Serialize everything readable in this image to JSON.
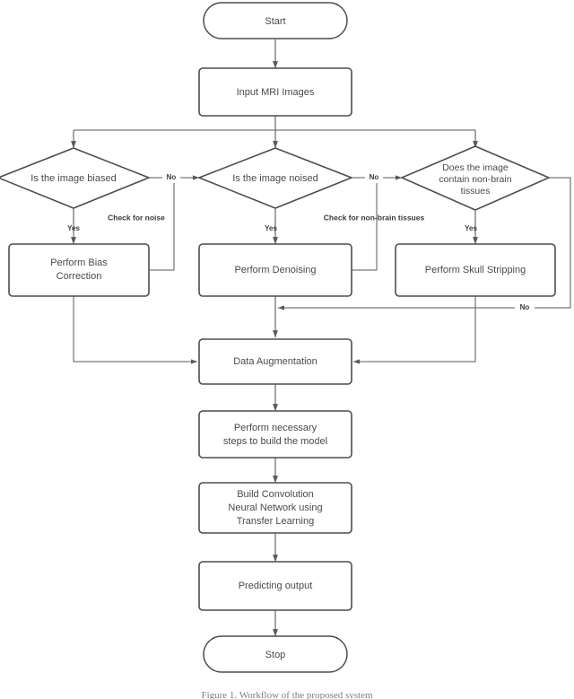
{
  "figure": {
    "caption": "Figure 1. Workflow of the proposed system",
    "colors": {
      "node_stroke": "#4d4d4d",
      "edge_stroke": "#5a5a5a",
      "text": "#4a4a4a",
      "background": "#ffffff"
    }
  },
  "chart_data": {
    "type": "diagram",
    "title": "MRI preprocessing and classification flowchart",
    "nodes": [
      {
        "id": "start",
        "label": "Start",
        "shape": "terminal"
      },
      {
        "id": "input",
        "label": "Input MRI Images",
        "shape": "process"
      },
      {
        "id": "d_bias",
        "label": "Is the image biased",
        "shape": "decision"
      },
      {
        "id": "d_noise",
        "label": "Is the image noised",
        "shape": "decision"
      },
      {
        "id": "d_skull",
        "label": "Does the image contain non-brain tissues",
        "shape": "decision"
      },
      {
        "id": "bias",
        "label": "Perform Bias Correction",
        "shape": "process"
      },
      {
        "id": "denoise",
        "label": "Perform Denoising",
        "shape": "process"
      },
      {
        "id": "skull",
        "label": "Perform Skull Stripping",
        "shape": "process"
      },
      {
        "id": "augment",
        "label": "Data Augmentation",
        "shape": "process"
      },
      {
        "id": "steps",
        "label": "Perform necessary steps to build the model",
        "shape": "process"
      },
      {
        "id": "cnn",
        "label": "Build Convolution Neural Network using Transfer Learning",
        "shape": "process"
      },
      {
        "id": "predict",
        "label": "Predicting output",
        "shape": "process"
      },
      {
        "id": "stop",
        "label": "Stop",
        "shape": "terminal"
      }
    ],
    "edges": [
      {
        "from": "start",
        "to": "input",
        "label": ""
      },
      {
        "from": "input",
        "to": "d_bias",
        "label": ""
      },
      {
        "from": "input",
        "to": "d_noise",
        "label": ""
      },
      {
        "from": "input",
        "to": "d_skull",
        "label": ""
      },
      {
        "from": "d_bias",
        "to": "bias",
        "label": "Yes"
      },
      {
        "from": "d_bias",
        "to": "d_noise",
        "label": "No"
      },
      {
        "from": "d_noise",
        "to": "denoise",
        "label": "Yes"
      },
      {
        "from": "d_noise",
        "to": "d_skull",
        "label": "No"
      },
      {
        "from": "d_skull",
        "to": "skull",
        "label": "Yes"
      },
      {
        "from": "d_skull",
        "to": "denoise",
        "label": "No"
      },
      {
        "from": "d_bias",
        "to": "bias",
        "label": "Check for noise"
      },
      {
        "from": "d_noise",
        "to": "denoise",
        "label": "Check for non-brain tissues"
      },
      {
        "from": "bias",
        "to": "augment",
        "label": ""
      },
      {
        "from": "denoise",
        "to": "augment",
        "label": ""
      },
      {
        "from": "skull",
        "to": "augment",
        "label": ""
      },
      {
        "from": "augment",
        "to": "steps",
        "label": ""
      },
      {
        "from": "steps",
        "to": "cnn",
        "label": ""
      },
      {
        "from": "cnn",
        "to": "predict",
        "label": ""
      },
      {
        "from": "predict",
        "to": "stop",
        "label": ""
      }
    ]
  },
  "nodes": {
    "start": {
      "label": "Start"
    },
    "input": {
      "label": "Input MRI Images"
    },
    "decision_bias": {
      "label": "Is the image biased"
    },
    "decision_noise": {
      "label": "Is the image noised"
    },
    "decision_skull": {
      "line1": "Does the image",
      "line2": "contain non-brain",
      "line3": "tissues"
    },
    "bias": {
      "line1": "Perform Bias",
      "line2": "Correction"
    },
    "denoise": {
      "label": "Perform Denoising"
    },
    "skull": {
      "label": "Perform Skull Stripping"
    },
    "augment": {
      "label": "Data Augmentation"
    },
    "steps": {
      "line1": "Perform necessary",
      "line2": "steps to build the model"
    },
    "cnn": {
      "line1": "Build Convolution",
      "line2": "Neural Network using",
      "line3": "Transfer Learning"
    },
    "predict": {
      "label": "Predicting output"
    },
    "stop": {
      "label": "Stop"
    }
  },
  "edge_labels": {
    "yes_bias": "Yes",
    "yes_noise": "Yes",
    "yes_skull": "Yes",
    "no_bias": "No",
    "no_noise": "No",
    "no_skull": "No",
    "check_noise": "Check for noise",
    "check_nonbrain": "Check for non-brain tissues"
  }
}
